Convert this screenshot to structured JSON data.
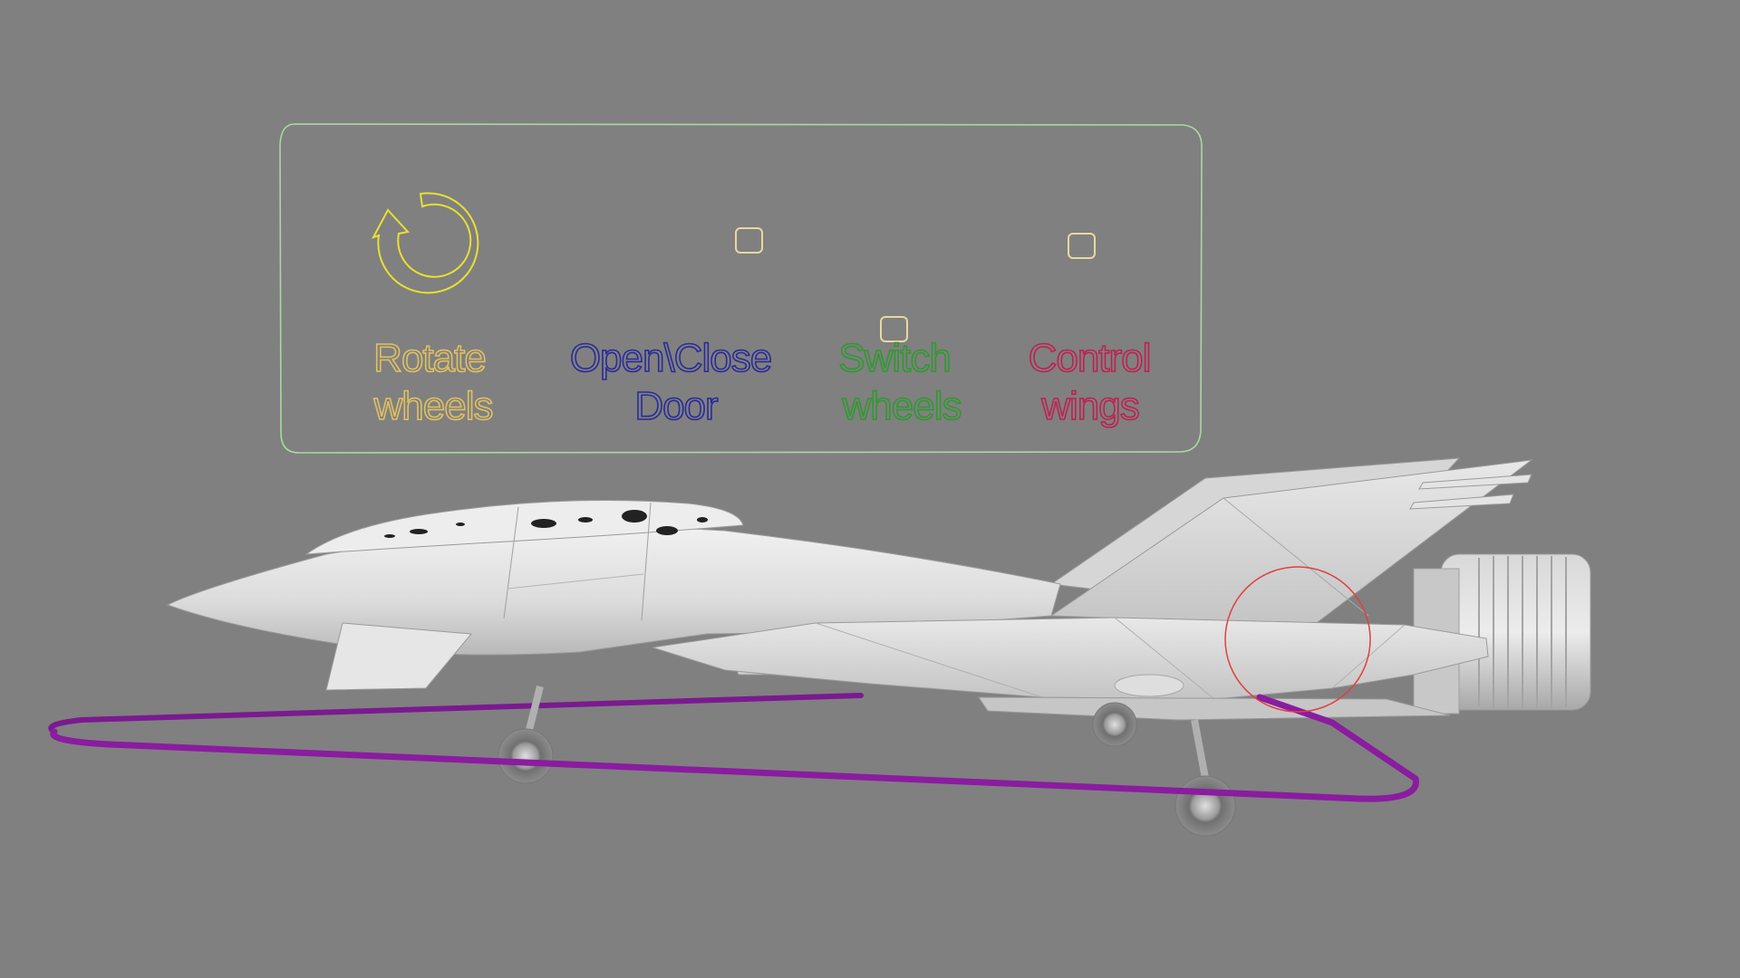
{
  "panel": {
    "frame_color": "#a8d8a0",
    "controls": [
      {
        "line1": "Rotate",
        "line2": "wheels",
        "color": "#e0c060",
        "icon": "rotate-arrow-icon"
      },
      {
        "line1": "Open\\Close",
        "line2": "Door",
        "color": "#2a2a9a",
        "icon": "square-handle-icon"
      },
      {
        "line1": "Switch",
        "line2": "wheels",
        "color": "#2e9a2e",
        "icon": "square-handle-icon"
      },
      {
        "line1": "Control",
        "line2": "wings",
        "color": "#c02050",
        "icon": "square-handle-icon"
      }
    ],
    "rotate_icon_color": "#e8e030",
    "handle_color": "#e8d8a0"
  },
  "scene": {
    "background": "#808080",
    "model": "jet-aircraft-model",
    "path_color": "#8a1ca0",
    "wing_gizmo_color": "#e04040"
  }
}
